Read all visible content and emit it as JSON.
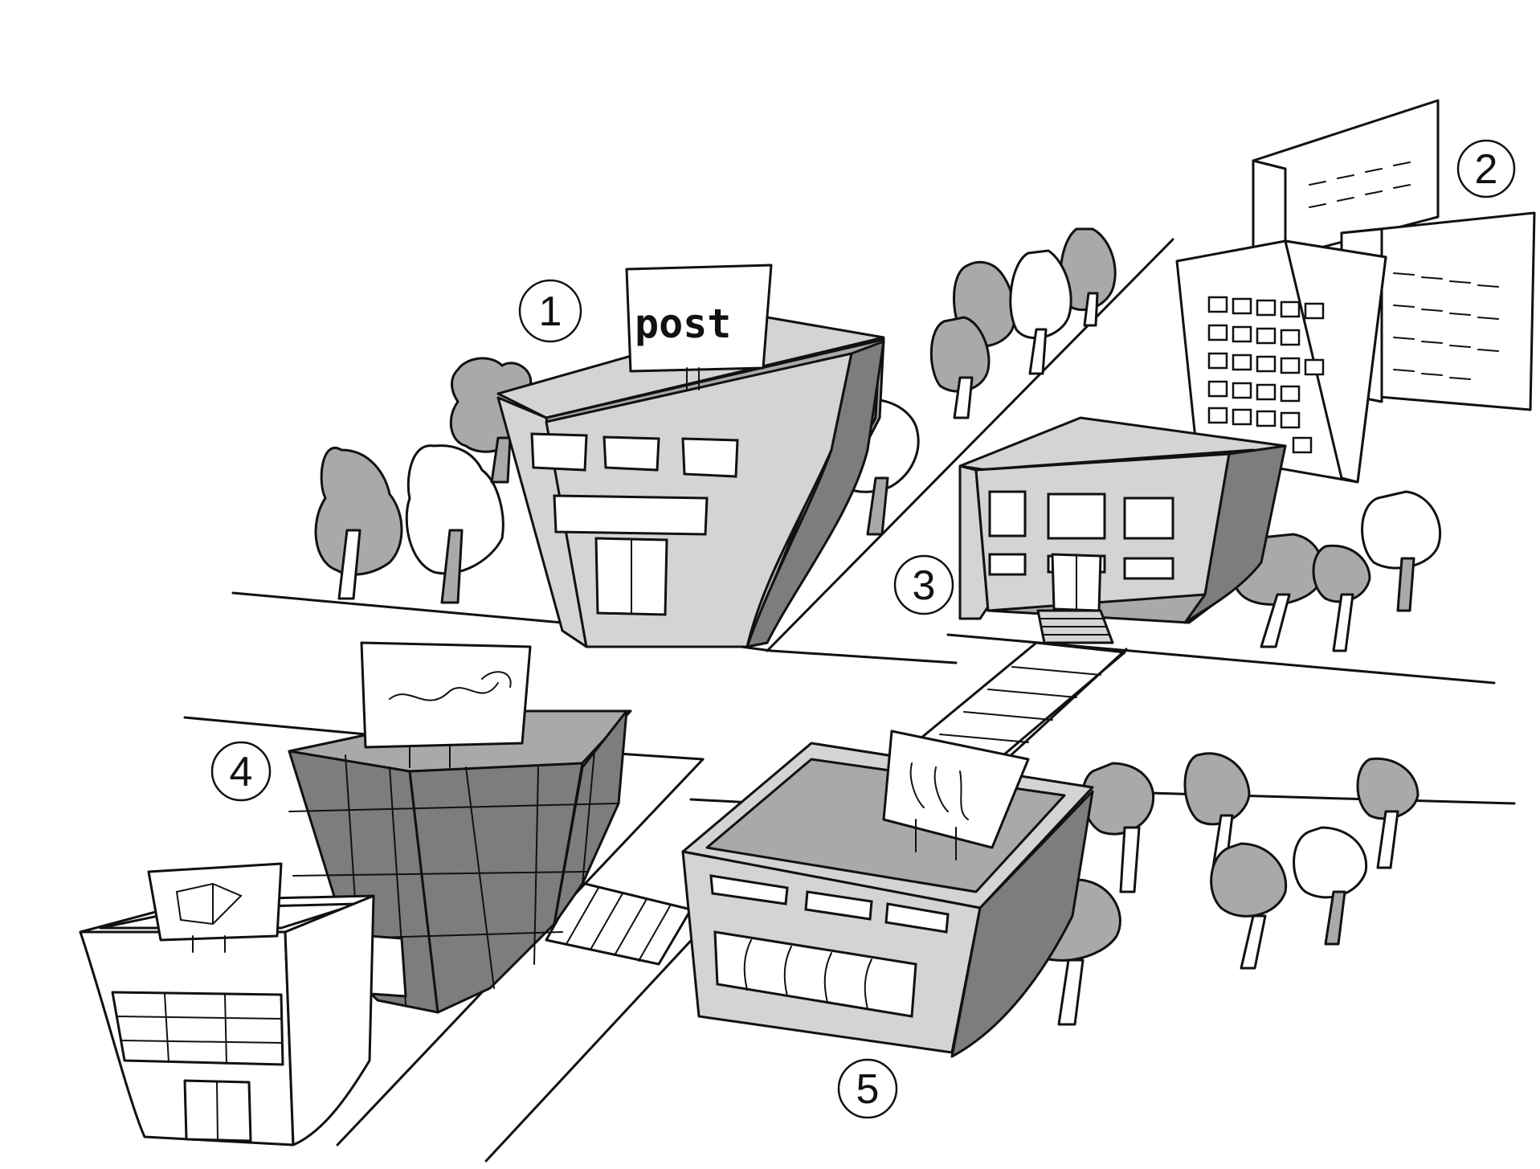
{
  "markers": [
    "1",
    "2",
    "3",
    "4",
    "5"
  ],
  "post_office": {
    "sign": "post"
  },
  "colors": {
    "line": "#111111",
    "light_gray": "#d4d4d4",
    "mid_gray": "#a9a9a9",
    "dark_gray": "#7d7d7d",
    "background": "#ffffff"
  },
  "icons": {
    "bookstore_sign": "open-book-icon",
    "gym_sign": "flexed-arm-icon",
    "bakery_sign": "bread-icon"
  }
}
